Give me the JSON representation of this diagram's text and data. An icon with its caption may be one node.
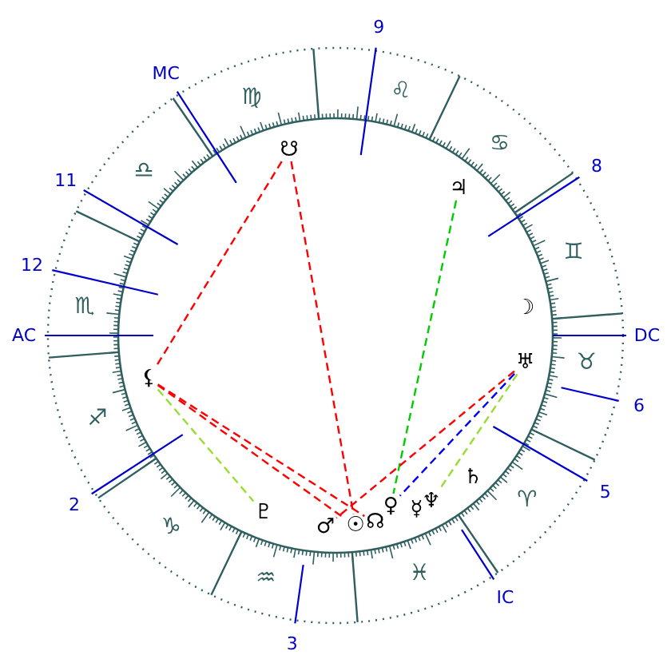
{
  "diagram": {
    "nodes": [
      {
        "text": [
          "☋"
        ]
      },
      {
        "text": [
          "♃"
        ]
      },
      {
        "text": [
          "☽"
        ]
      },
      {
        "text": [
          "♅"
        ]
      },
      {
        "text": [
          "⚸"
        ]
      },
      {
        "text": [
          "♇"
        ]
      },
      {
        "text": [
          "♂"
        ]
      },
      {
        "text": [
          "☉"
        ]
      },
      {
        "text": [
          "☊"
        ]
      },
      {
        "text": [
          "♀"
        ]
      },
      {
        "text": [
          "☿"
        ]
      },
      {
        "text": [
          "♆"
        ]
      },
      {
        "text": [
          "♄"
        ]
      }
    ],
    "edges": [
      {
        "from": 0,
        "to": 4,
        "arrow": "none",
        "style": "dashed"
      },
      {
        "from": 0,
        "to": 7,
        "arrow": "none",
        "style": "dashed"
      },
      {
        "from": 1,
        "to": 9,
        "arrow": "none",
        "style": "dashed",
        "color": "#00cc00"
      },
      {
        "from": 3,
        "to": 6,
        "arrow": "none",
        "style": "dashed"
      },
      {
        "from": 3,
        "to": 9,
        "arrow": "none",
        "style": "dashed",
        "color": "#0000ff"
      },
      {
        "from": 3,
        "to": 11,
        "arrow": "none",
        "style": "dashed",
        "color": "#99dd33"
      },
      {
        "from": 4,
        "to": 5,
        "arrow": "none",
        "style": "dashed",
        "color": "#99dd33"
      },
      {
        "from": 4,
        "to": 7,
        "arrow": "none",
        "style": "dashed"
      },
      {
        "from": 4,
        "to": 8,
        "arrow": "none",
        "style": "dashed"
      }
    ],
    "labels": [
      "9",
      "♌",
      "MC",
      "♍",
      "♋",
      "♎",
      "8",
      "11",
      "♊",
      "12",
      "♏",
      "DC",
      "AC",
      "♉",
      "6",
      "♐",
      "5",
      "♈",
      "2",
      "♑",
      "♓",
      "IC",
      "♒",
      "3"
    ]
  }
}
